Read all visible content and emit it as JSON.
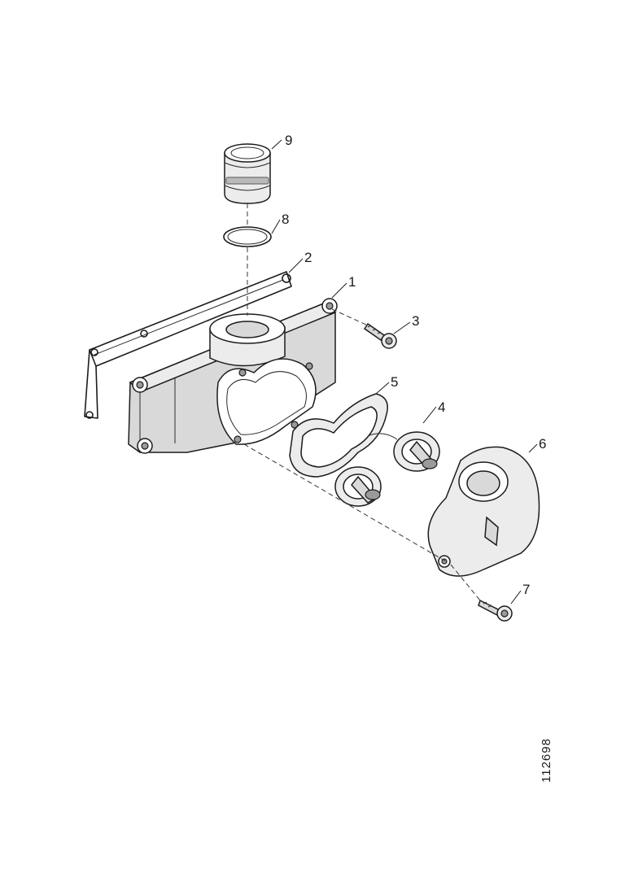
{
  "diagram": {
    "callouts": {
      "p1": "1",
      "p2": "2",
      "p3": "3",
      "p4": "4",
      "p5": "5",
      "p6": "6",
      "p7": "7",
      "p8": "8",
      "p9": "9"
    },
    "figure_id": "112698"
  }
}
